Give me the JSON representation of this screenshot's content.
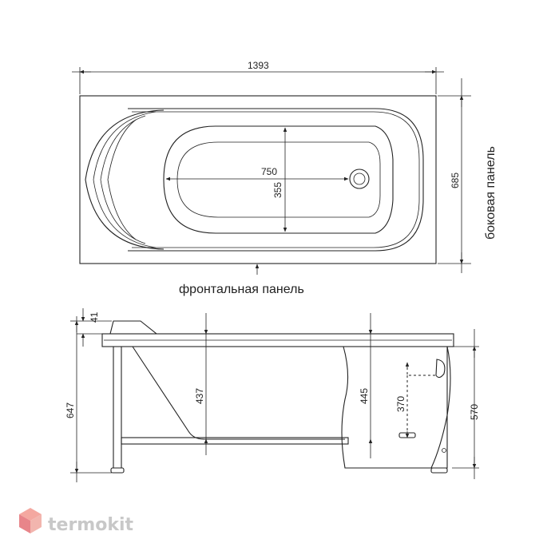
{
  "top_view": {
    "length": "1393",
    "width": "685",
    "inner_length": "750",
    "inner_width": "355",
    "side_panel_label": "боковая панель",
    "front_panel_label": "фронтальная панель"
  },
  "side_view": {
    "rim_height": "41",
    "total_height": "647",
    "depth_left": "437",
    "depth_right": "445",
    "drain_height": "370",
    "panel_height": "570"
  },
  "watermark": {
    "text": "termokit"
  }
}
